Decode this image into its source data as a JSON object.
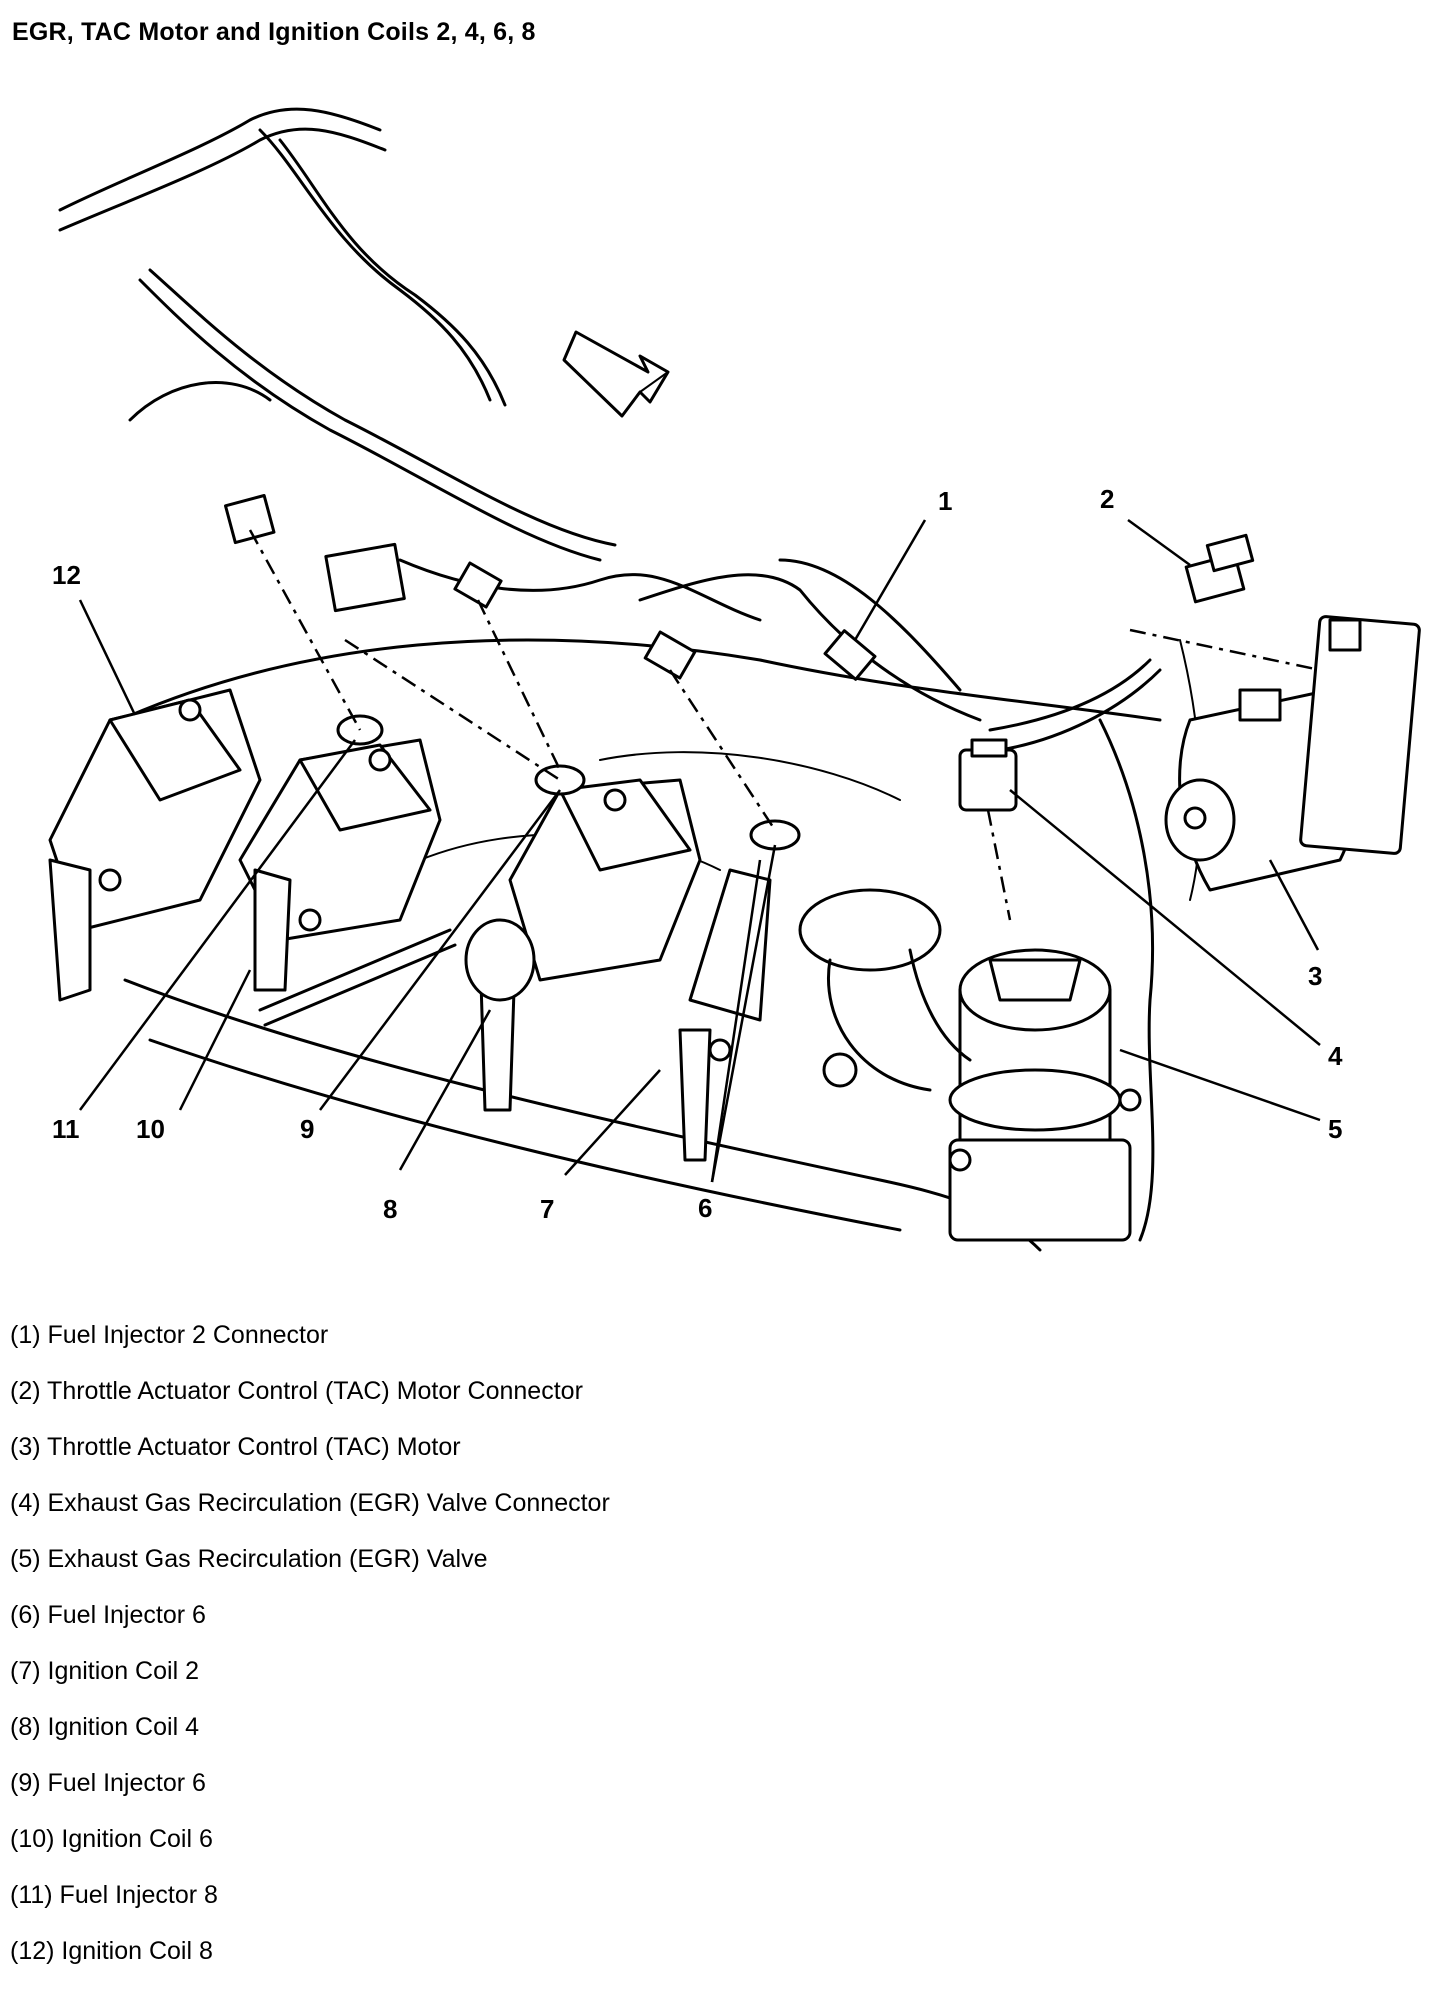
{
  "title": "EGR, TAC Motor and Ignition Coils 2, 4, 6, 8",
  "callouts": [
    "1",
    "2",
    "3",
    "4",
    "5",
    "6",
    "7",
    "8",
    "9",
    "10",
    "11",
    "12"
  ],
  "legend": [
    "(1) Fuel Injector 2 Connector",
    "(2) Throttle Actuator Control (TAC) Motor Connector",
    "(3) Throttle Actuator Control (TAC) Motor",
    "(4) Exhaust Gas Recirculation (EGR) Valve Connector",
    "(5) Exhaust Gas Recirculation (EGR) Valve",
    "(6) Fuel Injector 6",
    "(7) Ignition Coil 2",
    "(8) Ignition Coil 4",
    "(9) Fuel Injector 6",
    "(10) Ignition Coil 6",
    "(11) Fuel Injector 8",
    "(12) Ignition Coil 8"
  ]
}
